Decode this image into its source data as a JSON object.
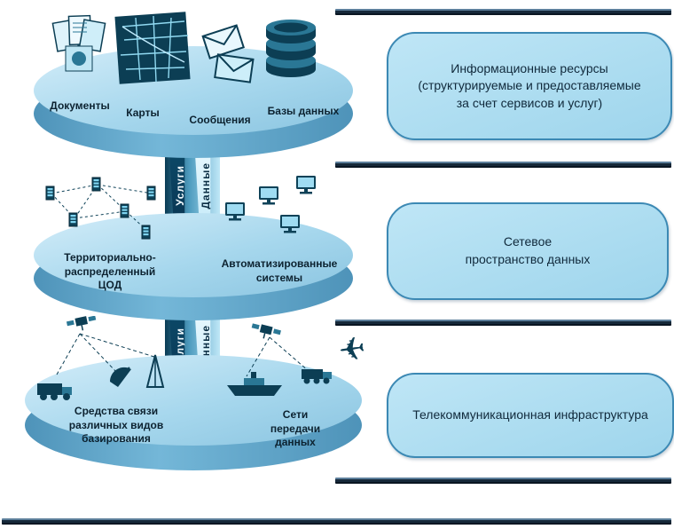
{
  "diagram": {
    "right_boxes": [
      {
        "label": "Информационные ресурсы\n(структурируемые и предоставляемые\nза счет сервисов и услуг)"
      },
      {
        "label": "Сетевое\nпространство данных"
      },
      {
        "label": "Телекоммуникационная инфраструктура"
      }
    ],
    "pillar": {
      "services_label": "Услуги",
      "data_label": "Данные"
    },
    "layer_top": {
      "items": [
        {
          "label": "Документы"
        },
        {
          "label": "Карты"
        },
        {
          "label": "Сообщения"
        },
        {
          "label": "Базы данных"
        }
      ]
    },
    "layer_middle": {
      "left_label": "Территориально-\nраспределенный\nЦОД",
      "right_label": "Автоматизированные\nсистемы"
    },
    "layer_bottom": {
      "left_label": "Средства связи\nразличных видов\nбазирования",
      "right_label": "Сети\nпередачи\nданных"
    },
    "icons": {
      "airplane": "✈"
    }
  },
  "colors": {
    "box_fill": "#a9ddf1",
    "box_border": "#3c89b4",
    "bar_dark": "#0d1b28",
    "disk_top": "#a6d7ed",
    "disk_side": "#4e93b9",
    "text": "#0d2433"
  }
}
